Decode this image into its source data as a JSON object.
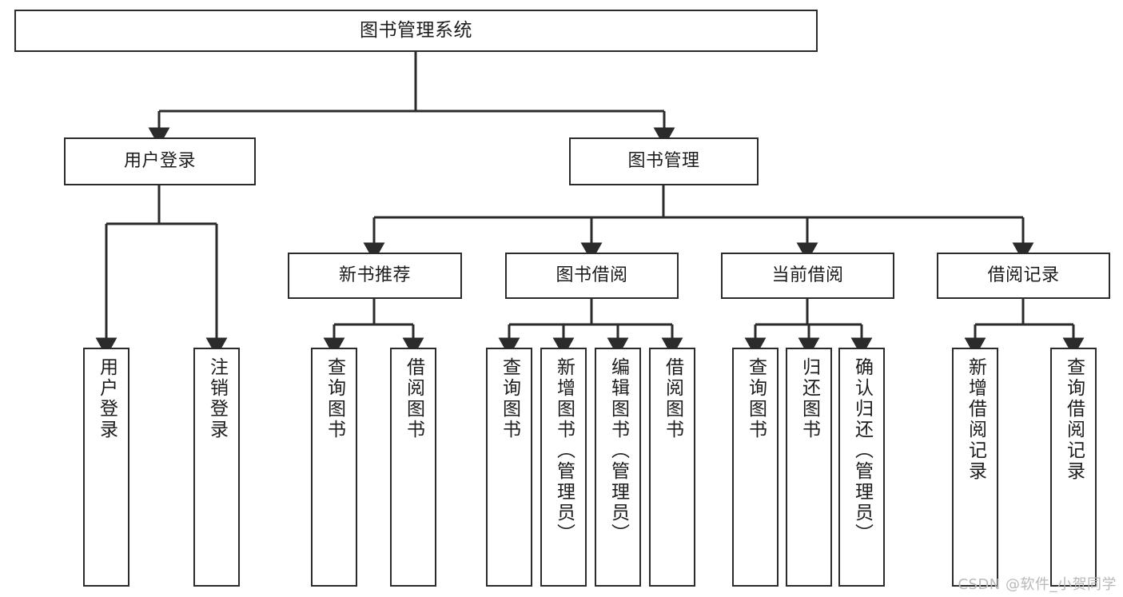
{
  "diagram": {
    "title": "图书管理系统",
    "type": "tree-hierarchy",
    "watermark": "CSDN @软件_小贺同学",
    "colors": {
      "box_border": "#2b2b2b",
      "box_fill": "#ffffff",
      "edge": "#2b2b2b",
      "text": "#1c1c1c",
      "watermark": "#b9b9b9"
    },
    "nodes": {
      "root": {
        "label": "图书管理系统"
      },
      "level1": [
        {
          "label": "用户登录"
        },
        {
          "label": "图书管理"
        }
      ],
      "level2": [
        {
          "label": "新书推荐"
        },
        {
          "label": "图书借阅"
        },
        {
          "label": "当前借阅"
        },
        {
          "label": "借阅记录"
        }
      ],
      "leaves": {
        "user_login": [
          {
            "label": "用户登录"
          },
          {
            "label": "注销登录"
          }
        ],
        "new_book_recommend": [
          {
            "label": "查询图书"
          },
          {
            "label": "借阅图书"
          }
        ],
        "book_borrow": [
          {
            "label": "查询图书"
          },
          {
            "label": "新增图书（管理员）"
          },
          {
            "label": "编辑图书（管理员）"
          },
          {
            "label": "借阅图书"
          }
        ],
        "current_borrow": [
          {
            "label": "查询图书"
          },
          {
            "label": "归还图书"
          },
          {
            "label": "确认归还（管理员）"
          }
        ],
        "borrow_record": [
          {
            "label": "新增借阅记录"
          },
          {
            "label": "查询借阅记录"
          }
        ]
      }
    }
  }
}
